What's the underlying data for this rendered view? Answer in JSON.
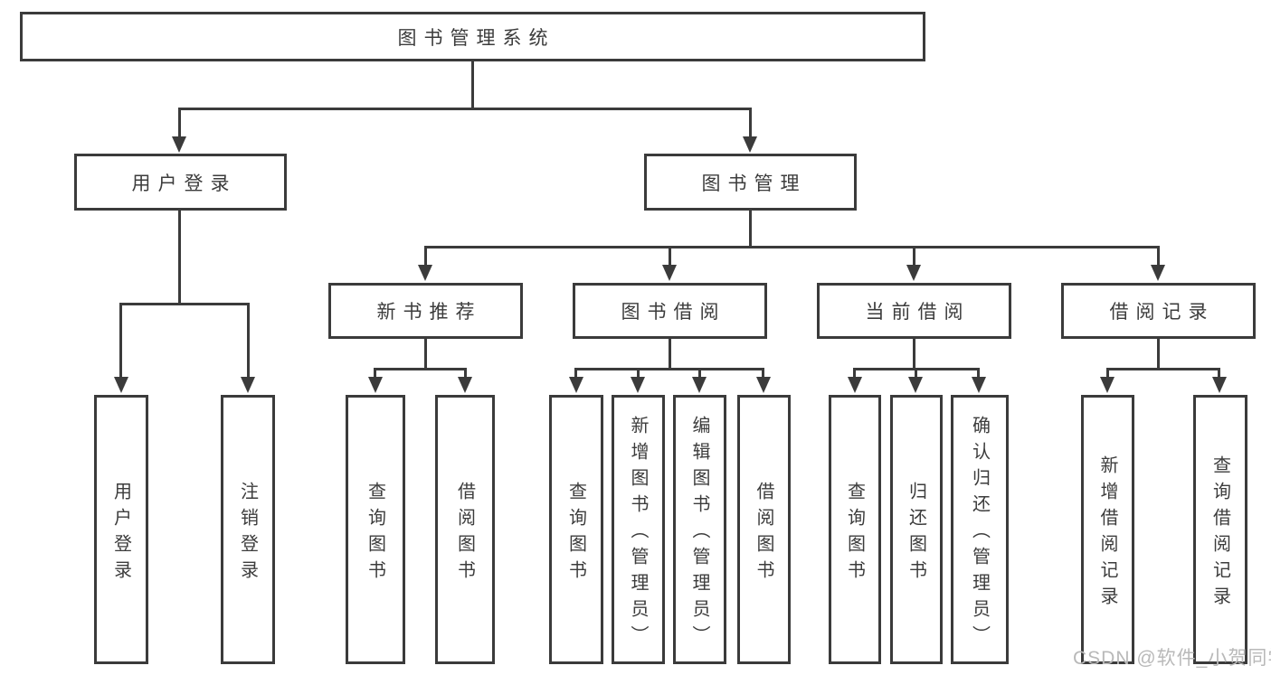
{
  "root": {
    "label": "图书管理系统"
  },
  "level1": [
    {
      "label": "用户登录"
    },
    {
      "label": "图书管理"
    }
  ],
  "level2": [
    {
      "label": "新书推荐"
    },
    {
      "label": "图书借阅"
    },
    {
      "label": "当前借阅"
    },
    {
      "label": "借阅记录"
    }
  ],
  "leaves": [
    {
      "label": "用户登录"
    },
    {
      "label": "注销登录"
    },
    {
      "label": "查询图书"
    },
    {
      "label": "借阅图书"
    },
    {
      "label": "查询图书"
    },
    {
      "label": "新增图书（管理员）"
    },
    {
      "label": "编辑图书（管理员）"
    },
    {
      "label": "借阅图书"
    },
    {
      "label": "查询图书"
    },
    {
      "label": "归还图书"
    },
    {
      "label": "确认归还（管理员）"
    },
    {
      "label": "新增借阅记录"
    },
    {
      "label": "查询借阅记录"
    }
  ],
  "watermark": "CSDN @软件_小贺同学",
  "colors": {
    "line": "#3b3b3b",
    "text": "#3c3c3c",
    "watermark": "#b9b9b9",
    "background": "#ffffff"
  }
}
